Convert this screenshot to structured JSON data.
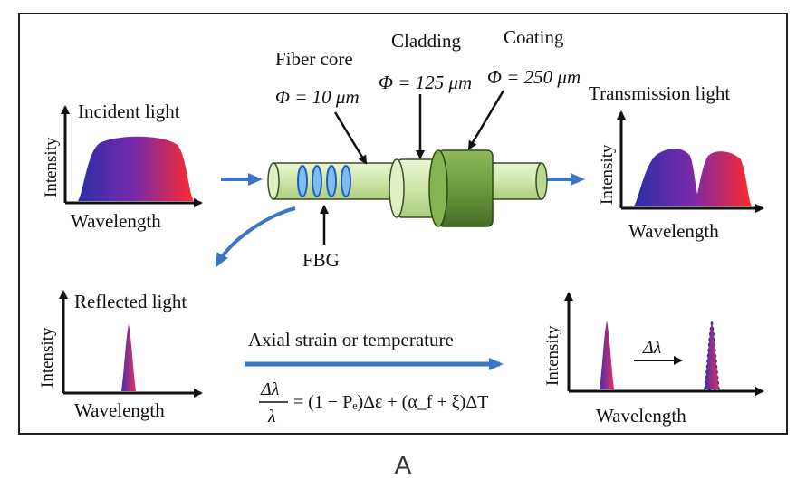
{
  "labels": {
    "incident": "Incident light",
    "transmission": "Transmission light",
    "reflected": "Reflected light",
    "fiber_core": "Fiber core",
    "cladding": "Cladding",
    "coating": "Coating",
    "fbg": "FBG",
    "axial": "Axial strain or temperature"
  },
  "dimensions": {
    "core": "Φ = 10 μm",
    "cladding": "Φ = 125 μm",
    "coating": "Φ = 250 μm"
  },
  "axes": {
    "intensity": "Intensity",
    "wavelength": "Wavelength"
  },
  "shift_label": "Δλ",
  "equation": {
    "lhs_num": "Δλ",
    "lhs_den": "λ",
    "rhs": "= (1 − Pₑ)Δε + (α_f + ξ)ΔT"
  },
  "caption": "A",
  "colors": {
    "arrow_blue": "#3a76c4",
    "fiber_green": "#cfe6a8",
    "coating_green": "#6c9a3e",
    "grating_blue": "#3f8fe0",
    "spectrum_start": "#2b2ea8",
    "spectrum_end": "#ff2a2a"
  }
}
